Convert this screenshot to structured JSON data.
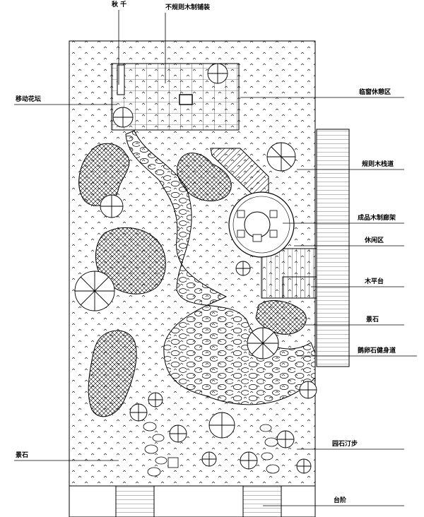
{
  "labels": {
    "swing": "秋 千",
    "wood_deck": "不规则木制铺装",
    "planter": "移动花坛",
    "leisure_top": "临窗休憩区",
    "wood_walk": "规则木栈道",
    "pergola": "成品木制廊架",
    "leisure_mid": "休闲区",
    "platform": "木平台",
    "stone_right": "景石",
    "pebble_path": "鹅卵石健身道",
    "stone_left": "景石",
    "stepping": "园石汀步",
    "steps": "台阶",
    "plant_a": "",
    "plant_b": "",
    "plant_c": "",
    "plant_d": ""
  },
  "colors": {
    "line": "#000000",
    "background": "#ffffff"
  }
}
